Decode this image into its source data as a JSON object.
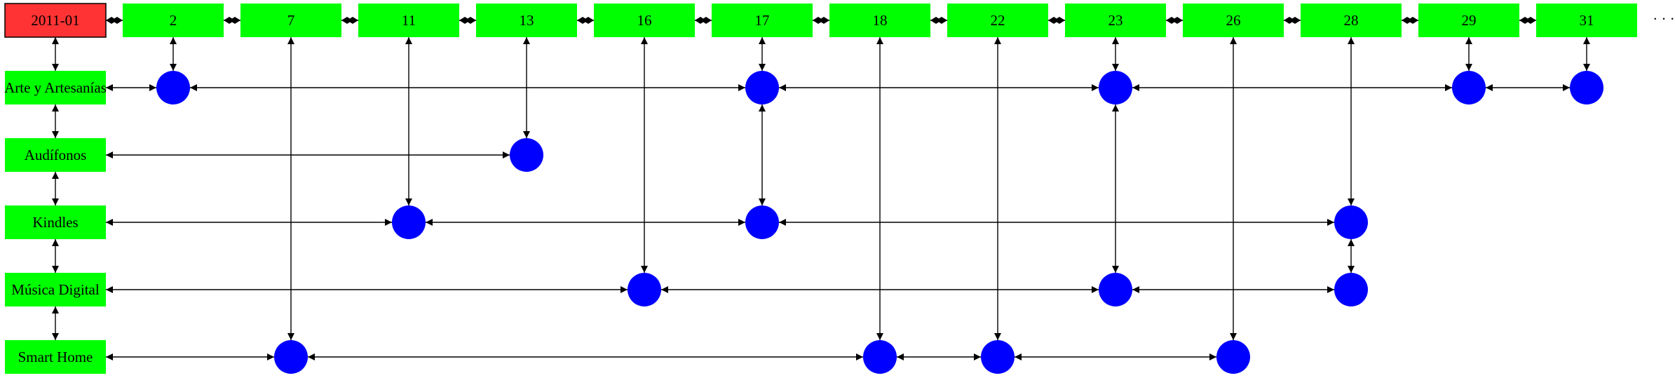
{
  "colors": {
    "root_fill": "#ff3333",
    "box_fill": "#00ff00",
    "circle_fill": "#0000ff",
    "edge": "#000000"
  },
  "root": {
    "label": "2011-01"
  },
  "days": [
    "2",
    "7",
    "11",
    "13",
    "16",
    "17",
    "18",
    "22",
    "23",
    "26",
    "28",
    "29",
    "31"
  ],
  "ellipsis": "· · ·",
  "categories": [
    "Arte y Artesanías",
    "Audífonos",
    "Kindles",
    "Música Digital",
    "Smart Home"
  ],
  "events": [
    {
      "category": "Arte y Artesanías",
      "days": [
        "2",
        "17",
        "23",
        "29",
        "31"
      ]
    },
    {
      "category": "Audífonos",
      "days": [
        "13"
      ]
    },
    {
      "category": "Kindles",
      "days": [
        "11",
        "17",
        "28"
      ]
    },
    {
      "category": "Música Digital",
      "days": [
        "16",
        "23",
        "28"
      ]
    },
    {
      "category": "Smart Home",
      "days": [
        "7",
        "18",
        "22",
        "26"
      ]
    }
  ],
  "verticals": [
    {
      "day": "2",
      "from": "top",
      "to": "Arte y Artesanías"
    },
    {
      "day": "7",
      "from": "top",
      "to": "Smart Home"
    },
    {
      "day": "11",
      "from": "top",
      "to": "Kindles"
    },
    {
      "day": "13",
      "from": "top",
      "to": "Audífonos"
    },
    {
      "day": "16",
      "from": "top",
      "to": "Música Digital"
    },
    {
      "day": "17",
      "from": "top",
      "to": "Arte y Artesanías"
    },
    {
      "day": "17",
      "from": "Arte y Artesanías",
      "to": "Kindles"
    },
    {
      "day": "18",
      "from": "top",
      "to": "Smart Home"
    },
    {
      "day": "22",
      "from": "top",
      "to": "Smart Home"
    },
    {
      "day": "23",
      "from": "top",
      "to": "Arte y Artesanías"
    },
    {
      "day": "23",
      "from": "Arte y Artesanías",
      "to": "Música Digital"
    },
    {
      "day": "26",
      "from": "top",
      "to": "Smart Home"
    },
    {
      "day": "28",
      "from": "top",
      "to": "Kindles"
    },
    {
      "day": "28",
      "from": "Kindles",
      "to": "Música Digital"
    },
    {
      "day": "29",
      "from": "top",
      "to": "Arte y Artesanías"
    },
    {
      "day": "31",
      "from": "top",
      "to": "Arte y Artesanías"
    }
  ]
}
